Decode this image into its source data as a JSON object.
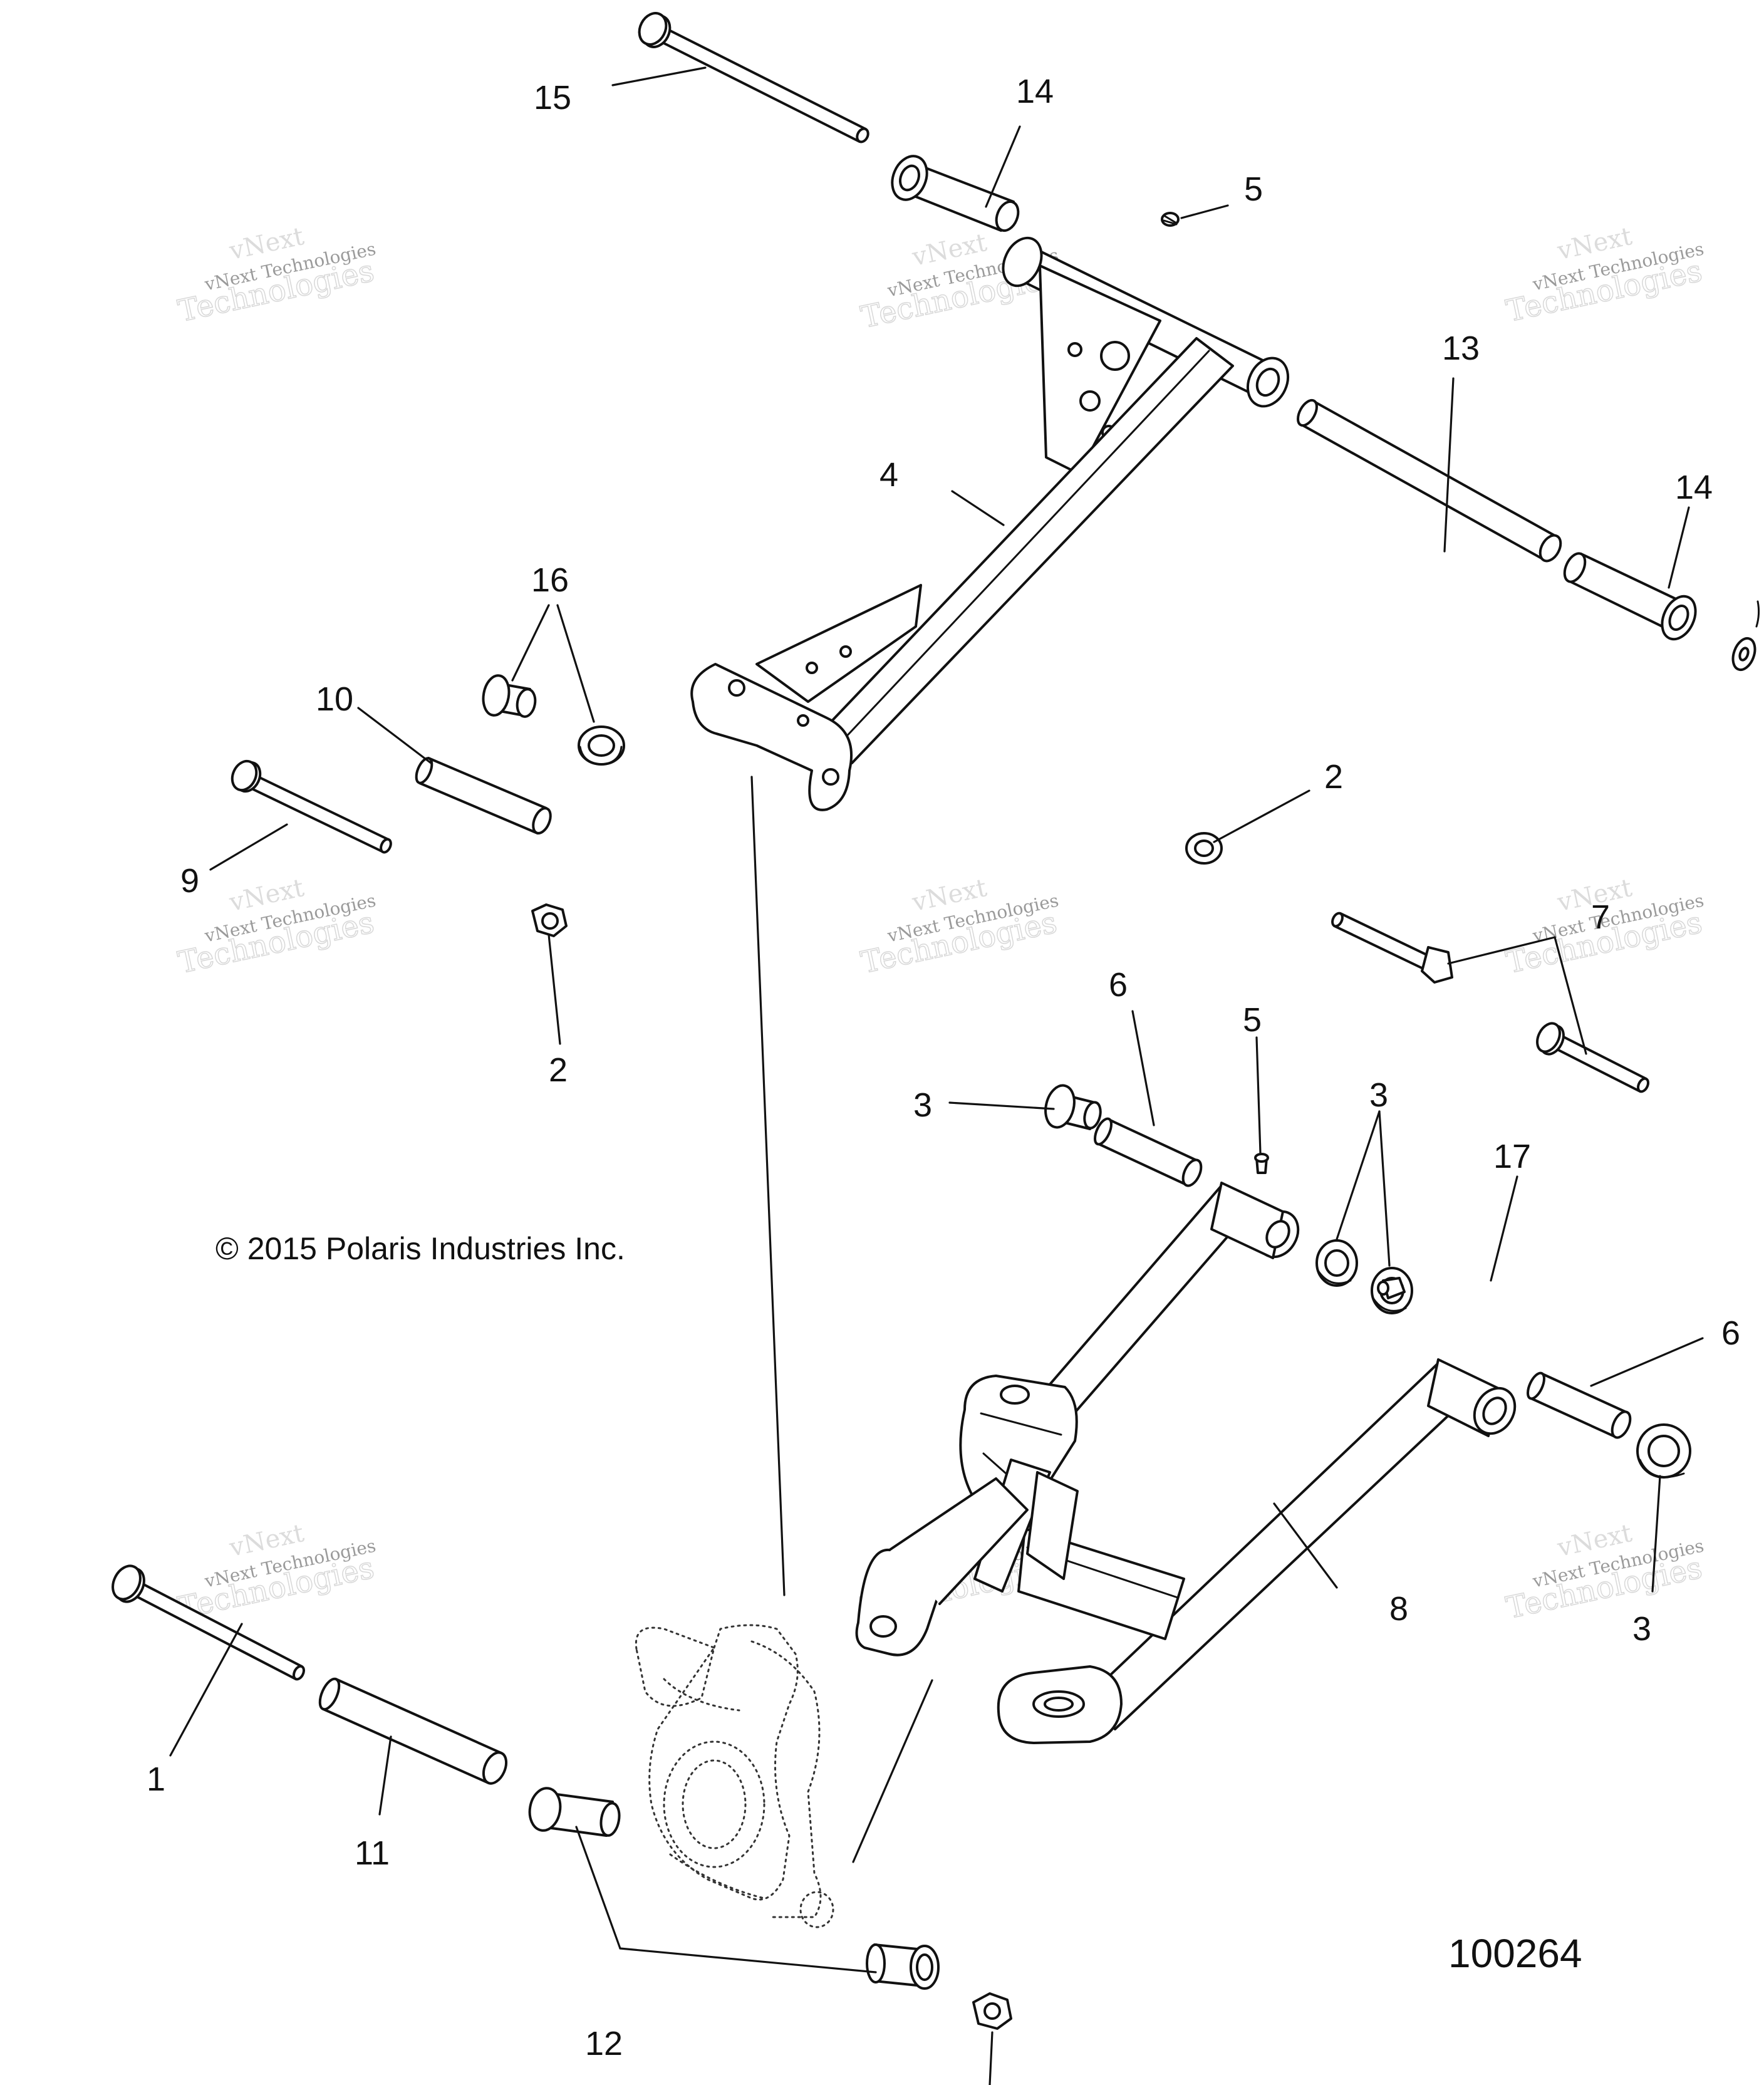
{
  "diagram": {
    "copyright": "© 2015 Polaris Industries Inc.",
    "reference_number": "100264",
    "watermark": {
      "line1": "vNext",
      "line2": "vNext Technologies",
      "line3": "Technologies"
    },
    "callouts": {
      "c1": "1",
      "c2a": "2",
      "c2b": "2",
      "c3a": "3",
      "c3b": "3",
      "c3c": "3",
      "c4": "4",
      "c5a": "5",
      "c5b": "5",
      "c6a": "6",
      "c6b": "6",
      "c7": "7",
      "c8": "8",
      "c9": "9",
      "c10": "10",
      "c11": "11",
      "c12": "12",
      "c13": "13",
      "c14a": "14",
      "c14b": "14",
      "c15": "15",
      "c16": "16",
      "c17": "17"
    }
  }
}
